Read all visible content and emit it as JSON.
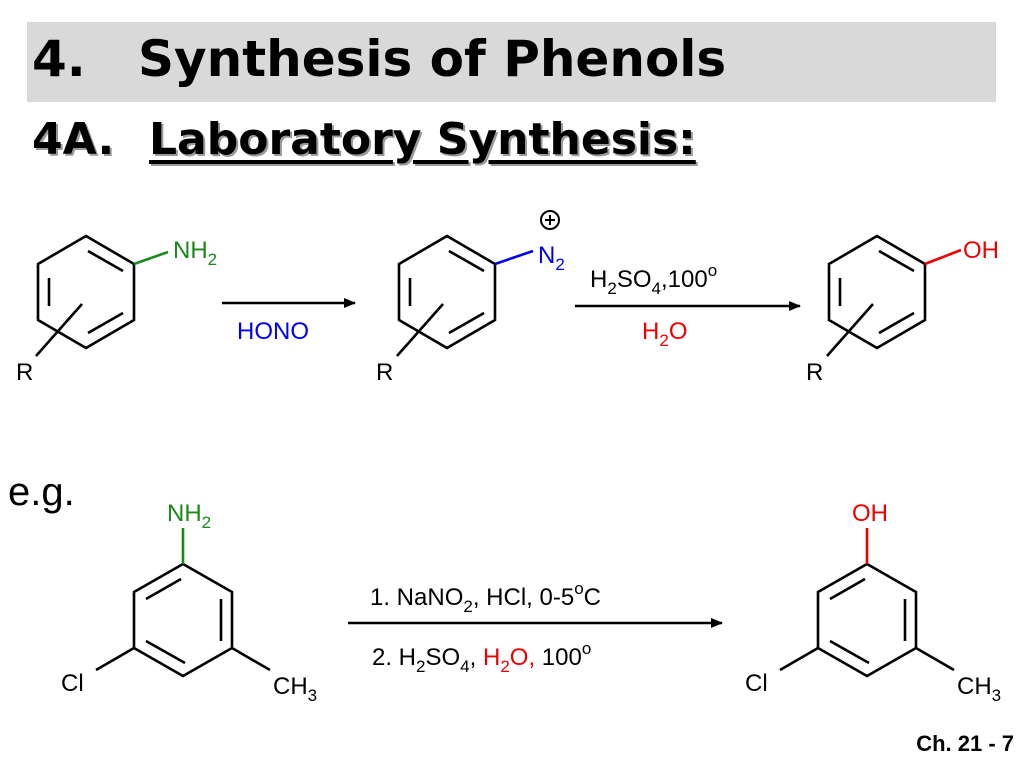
{
  "slide": {
    "title": "4.   Synthesis of Phenols",
    "subtitle_number": "4A.",
    "subtitle_text": "Laboratory Synthesis:",
    "example_label": "e.g.",
    "footer": "Ch. 21 - 7"
  },
  "scheme1": {
    "aniline_group": {
      "main": "NH",
      "sub": "2"
    },
    "diazonium_group": {
      "main": "N",
      "sub": "2",
      "charge": "+"
    },
    "phenol_group": "OH",
    "substituent": "R",
    "reagent1": "HONO",
    "reagent2_top": {
      "a": "H",
      "b": "2",
      "c": "SO",
      "d": "4",
      "e": ",100",
      "f": "o"
    },
    "reagent2_bottom": {
      "a": "H",
      "b": "2",
      "c": "O"
    }
  },
  "scheme2": {
    "amine": {
      "main": "NH",
      "sub": "2"
    },
    "hydroxyl": "OH",
    "chloro": "Cl",
    "methyl": {
      "main": "CH",
      "sub": "3"
    },
    "step1": {
      "a": "1. NaNO",
      "b": "2",
      "c": ", HCl, 0-5",
      "d": "o",
      "e": "C"
    },
    "step2": {
      "a": "2. H",
      "b": "2",
      "c": "SO",
      "d": "4",
      "e": ", ",
      "f": "H",
      "g": "2",
      "h": "O,",
      "i": " 100",
      "j": "o"
    }
  },
  "colors": {
    "green": "#1a8a1a",
    "blue": "#0000ee",
    "red": "#ee0000",
    "title_bg": "#d9d9d9"
  }
}
